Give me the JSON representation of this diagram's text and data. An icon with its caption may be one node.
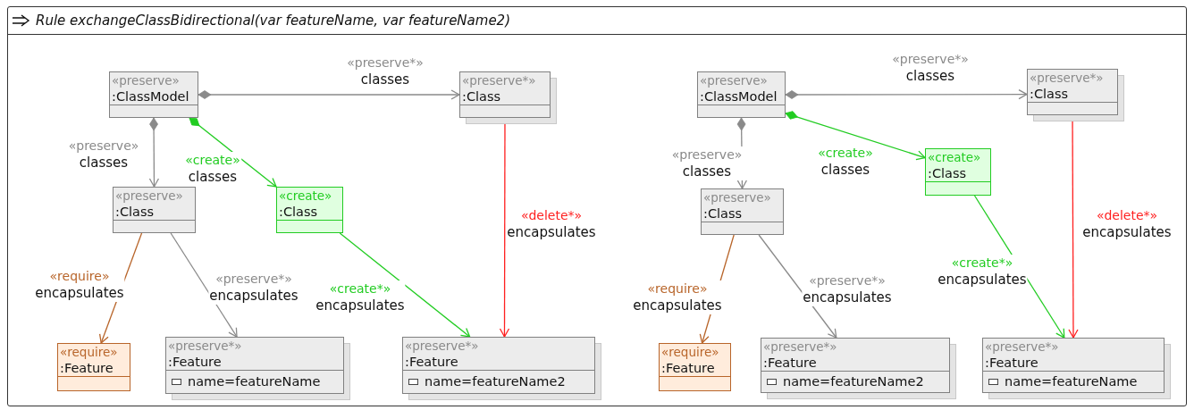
{
  "diagram": {
    "nodes": [
      {
        "text": [
          "Rule exchangeClassBidirectional(var featureName, var featureName2)"
        ]
      },
      {
        "text": [
          "«preserve»",
          ":ClassModel"
        ],
        "in": 0
      },
      {
        "text": [
          "«preserve*»",
          ":Class"
        ],
        "in": 0
      },
      {
        "text": [
          "«preserve»",
          ":Class"
        ],
        "in": 0
      },
      {
        "text": [
          "«create»",
          ":Class"
        ],
        "in": 0
      },
      {
        "text": [
          "«require»",
          ":Feature"
        ],
        "in": 0
      },
      {
        "text": [
          "«preserve*»",
          ":Feature",
          "name=featureName"
        ],
        "in": 0
      },
      {
        "text": [
          "«preserve*»",
          ":Feature",
          "name=featureName2"
        ],
        "in": 0
      },
      {
        "text": [
          "«preserve»",
          ":ClassModel"
        ],
        "in": 0
      },
      {
        "text": [
          "«preserve*»",
          ":Class"
        ],
        "in": 0
      },
      {
        "text": [
          "«preserve»",
          ":Class"
        ],
        "in": 0
      },
      {
        "text": [
          "«create»",
          ":Class"
        ],
        "in": 0
      },
      {
        "text": [
          "«require»",
          ":Feature"
        ],
        "in": 0
      },
      {
        "text": [
          "«preserve*»",
          ":Feature",
          "name=featureName2"
        ],
        "in": 0
      },
      {
        "text": [
          "«preserve*»",
          ":Feature",
          "name=featureName"
        ],
        "in": 0
      }
    ],
    "edges": [
      {
        "from": 1,
        "to": 2,
        "arrow": "to",
        "label": "«preserve*» classes"
      },
      {
        "from": 1,
        "to": 3,
        "arrow": "to",
        "label": "«preserve» classes"
      },
      {
        "from": 1,
        "to": 4,
        "arrow": "to",
        "label": "«create» classes",
        "color": "#22cc22"
      },
      {
        "from": 2,
        "to": 7,
        "arrow": "to",
        "label": "«delete*» encapsulates",
        "color": "#ff2020"
      },
      {
        "from": 3,
        "to": 5,
        "arrow": "to",
        "label": "«require» encapsulates",
        "color": "#b8652a"
      },
      {
        "from": 3,
        "to": 6,
        "arrow": "to",
        "label": "«preserve*» encapsulates"
      },
      {
        "from": 4,
        "to": 7,
        "arrow": "to",
        "label": "«create*» encapsulates",
        "color": "#22cc22"
      },
      {
        "from": 8,
        "to": 9,
        "arrow": "to",
        "label": "«preserve*» classes"
      },
      {
        "from": 8,
        "to": 10,
        "arrow": "to",
        "label": "«preserve» classes"
      },
      {
        "from": 8,
        "to": 11,
        "arrow": "to",
        "label": "«create» classes",
        "color": "#22cc22"
      },
      {
        "from": 9,
        "to": 14,
        "arrow": "to",
        "label": "«delete*» encapsulates",
        "color": "#ff2020"
      },
      {
        "from": 10,
        "to": 12,
        "arrow": "to",
        "label": "«require» encapsulates",
        "color": "#b8652a"
      },
      {
        "from": 10,
        "to": 13,
        "arrow": "to",
        "label": "«preserve*» encapsulates"
      },
      {
        "from": 11,
        "to": 14,
        "arrow": "to",
        "label": "«create*» encapsulates",
        "color": "#22cc22"
      }
    ]
  }
}
